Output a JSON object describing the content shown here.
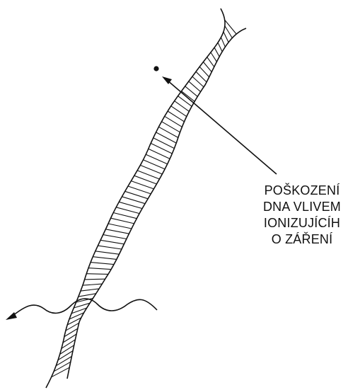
{
  "label": {
    "lines": [
      "POŠKOZENÍ",
      "DNA VLIVEM",
      "IONIZUJÍCÍH",
      "O ZÁŘENÍ"
    ]
  },
  "colors": {
    "ink": "#111111",
    "background": "#ffffff"
  }
}
